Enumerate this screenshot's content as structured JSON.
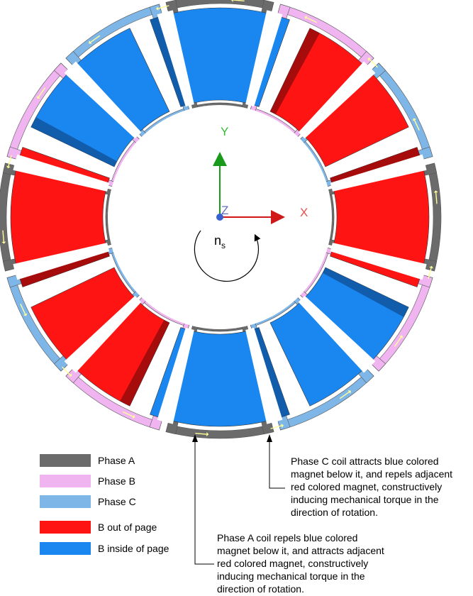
{
  "axes": {
    "x_label": "X",
    "y_label": "Y",
    "z_label": "Z"
  },
  "rotation_label": {
    "base": "n",
    "subscript": "s"
  },
  "colors": {
    "phase_a": "#6b6b6b",
    "phase_b": "#f0b4f0",
    "phase_c": "#7fb6e8",
    "b_out": "#ff1414",
    "b_in": "#1a86ef",
    "arrow": "#ffff99"
  },
  "slot_pattern": [
    "A",
    "C",
    "B",
    "A",
    "C",
    "B",
    "A",
    "C",
    "B",
    "A",
    "C",
    "B"
  ],
  "magnet_pattern": [
    "in",
    "in",
    "out",
    "out",
    "in",
    "in",
    "out",
    "out"
  ],
  "legend": [
    {
      "label": "Phase A",
      "color": "#6b6b6b"
    },
    {
      "label": "Phase B",
      "color": "#f0b4f0"
    },
    {
      "label": "Phase C",
      "color": "#7fb6e8"
    },
    {
      "label": "B out of page",
      "color": "#ff1414"
    },
    {
      "label": "B inside of page",
      "color": "#1a86ef"
    }
  ],
  "notes": {
    "phase_c": [
      "Phase C coil attracts blue colored",
      "magnet below it, and repels adjacent",
      "red colored magnet, constructively",
      "inducing mechanical torque in the",
      "direction of rotation."
    ],
    "phase_a": [
      "Phase A coil repels blue colored",
      "magnet below it, and attracts adjacent",
      "red colored magnet, constructively",
      "inducing mechanical torque in the",
      "direction of rotation."
    ]
  }
}
